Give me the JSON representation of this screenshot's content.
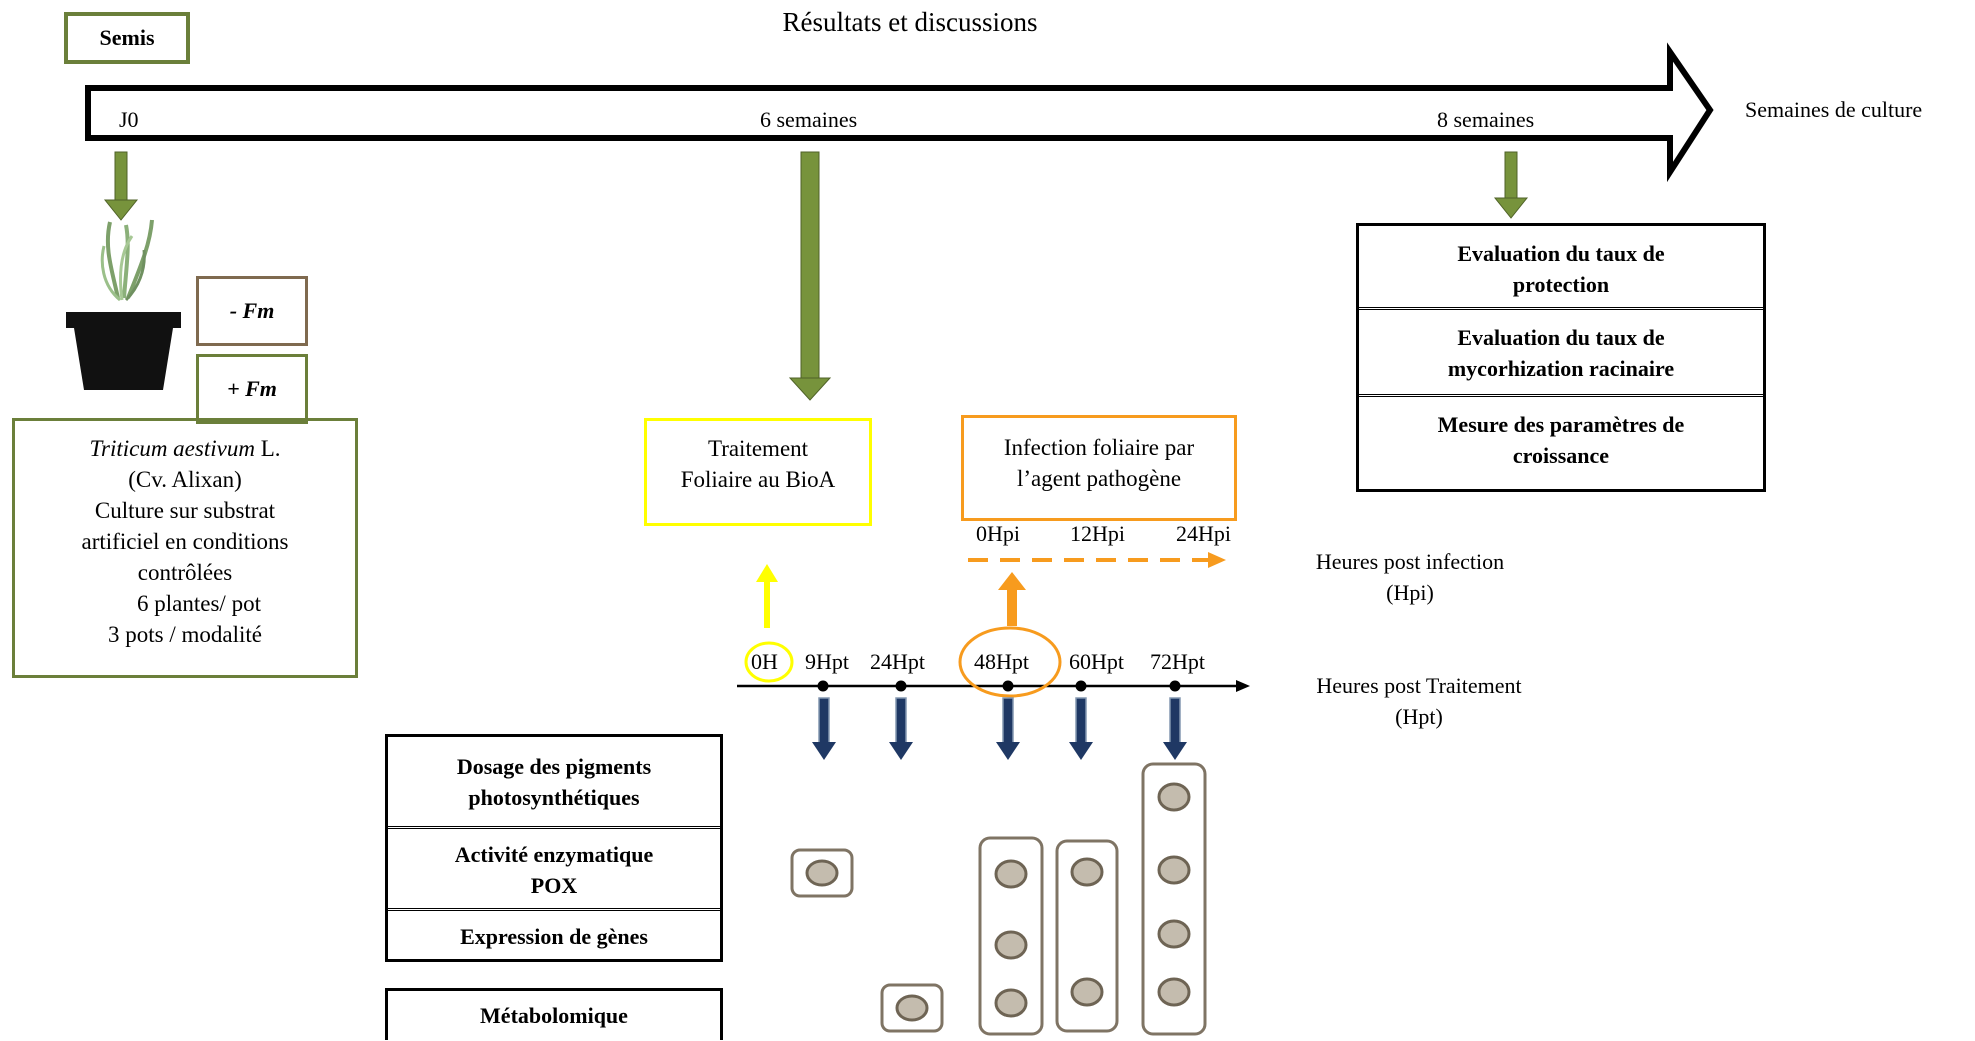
{
  "page_title": "Résultats et discussions",
  "timeline": {
    "start_label": "J0",
    "mid_label": "6 semaines",
    "end_label": "8 semaines",
    "axis_label": "Semaines de culture"
  },
  "semis_label": "Semis",
  "conditions": {
    "minus": "- Fm",
    "plus": "+ Fm"
  },
  "culture_box": {
    "species_italic": "Triticum aestivum",
    "species_suffix": " L.",
    "line2": "(Cv. Alixan)",
    "line3": "Culture sur substrat",
    "line4": "artificiel en conditions",
    "line5": "contrôlées",
    "line6": "6 plantes/ pot",
    "line7": "3 pots / modalité"
  },
  "treatment_box": {
    "line1": "Traitement",
    "line2": "Foliaire au BioA"
  },
  "infection_box": {
    "line1": "Infection foliaire par",
    "line2": "l’agent pathogène"
  },
  "hpi_ticks": [
    "0Hpi",
    "12Hpi",
    "24Hpi"
  ],
  "hpi_axis": {
    "line1": "Heures post infection",
    "line2": "(Hpi)"
  },
  "hpt_ticks": [
    "0H",
    "9Hpt",
    "24Hpt",
    "48Hpt",
    "60Hpt",
    "72Hpt"
  ],
  "hpt_axis": {
    "line1": "Heures post Traitement",
    "line2": "(Hpt)"
  },
  "evaluation_box": [
    {
      "line1": "Evaluation du taux de",
      "line2": "protection"
    },
    {
      "line1": "Evaluation du taux de",
      "line2": "mycorhization racinaire"
    },
    {
      "line1": "Mesure des paramètres de",
      "line2": "croissance"
    }
  ],
  "analyses": {
    "pigments_line1": "Dosage des pigments",
    "pigments_line2": "photosynthétiques",
    "pox_line1": "Activité enzymatique",
    "pox_line2": "POX",
    "genes": "Expression de gènes",
    "metabolomique": "Métabolomique"
  },
  "colors": {
    "olive_green": "#77933c",
    "box_green": "#6b7f3a",
    "box_brown": "#7f6a4f",
    "treatment_yellow": "#ffff00",
    "infection_orange": "#f79b1e",
    "navy_arrow": "#1f3864",
    "sample_fill": "#c4bcae",
    "sample_border": "#7f7464"
  }
}
